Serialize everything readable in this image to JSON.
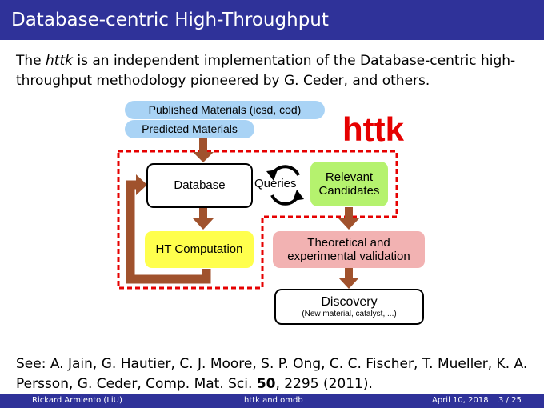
{
  "slide": {
    "title": "Database-centric High-Throughput",
    "intro": {
      "before": "The ",
      "italic": "httk",
      "after": " is an independent implementation of the Database-centric high-throughput methodology pioneered by G. Ceder, and others."
    },
    "reference": {
      "before": "See: A. Jain, G. Hautier, C. J. Moore, S. P. Ong, C. C. Fischer, T. Mueller, K. A. Persson, G. Ceder, Comp. Mat. Sci. ",
      "bold": "50",
      "after": ", 2295 (2011)."
    }
  },
  "diagram": {
    "published": "Published Materials (icsd, cod)",
    "predicted": "Predicted Materials",
    "httk_logo": "httk",
    "database": "Database",
    "queries": "Queries",
    "relevant_line1": "Relevant",
    "relevant_line2": "Candidates",
    "ht_computation": "HT Computation",
    "validation_line1": "Theoretical and",
    "validation_line2": "experimental validation",
    "discovery": "Discovery",
    "discovery_sub": "(New material, catalyst, ...)",
    "colors": {
      "blue_box": "#a9d3f5",
      "green_box": "#b5f26e",
      "yellow_box": "#ffff4d",
      "pink_box": "#f2b2b2",
      "arrow_brown": "#a0522d",
      "dashed_red": "#e60000",
      "logo_red": "#e60000"
    }
  },
  "footer": {
    "author": "Rickard Armiento (LiU)",
    "short_title": "httk and omdb",
    "date": "April 10, 2018",
    "page": "3 / 25"
  }
}
